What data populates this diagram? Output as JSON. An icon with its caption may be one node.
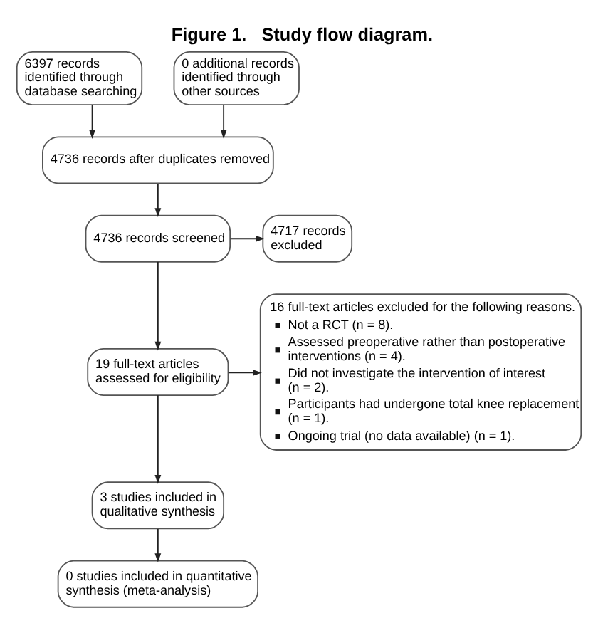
{
  "diagram": {
    "title": "Figure 1.   Study flow diagram.",
    "nodes": [
      {
        "text": [
          "6397 records identified through database searching"
        ]
      },
      {
        "text": [
          "0 additional records identified through other sources"
        ]
      },
      {
        "text": [
          "4736 records after duplicates removed"
        ]
      },
      {
        "text": [
          "4736 records screened"
        ]
      },
      {
        "text": [
          "4717 records excluded"
        ]
      },
      {
        "text": [
          "19 full-text articles assessed for eligibility"
        ]
      },
      {
        "text": [
          "16 full-text articles excluded for the following reasons.",
          "Not a RCT (n = 8).",
          "Assessed preoperative rather than postoperative interventions (n = 4).",
          "Did not investigate the intervention of interest (n = 2).",
          "Participants had undergone total knee replacement (n = 1).",
          "Ongoing trial (no data available) (n = 1)."
        ]
      },
      {
        "text": [
          "3 studies included in qualitative synthesis"
        ]
      },
      {
        "text": [
          "0 studies included in quantitative synthesis (meta-analysis)"
        ]
      }
    ],
    "edges": [
      {
        "from": 0,
        "to": 2,
        "arrow": "to"
      },
      {
        "from": 1,
        "to": 2,
        "arrow": "to"
      },
      {
        "from": 2,
        "to": 3,
        "arrow": "to"
      },
      {
        "from": 3,
        "to": 4,
        "arrow": "to"
      },
      {
        "from": 3,
        "to": 5,
        "arrow": "to"
      },
      {
        "from": 5,
        "to": 6,
        "arrow": "to"
      },
      {
        "from": 5,
        "to": 7,
        "arrow": "to"
      },
      {
        "from": 7,
        "to": 8,
        "arrow": "to"
      }
    ]
  }
}
